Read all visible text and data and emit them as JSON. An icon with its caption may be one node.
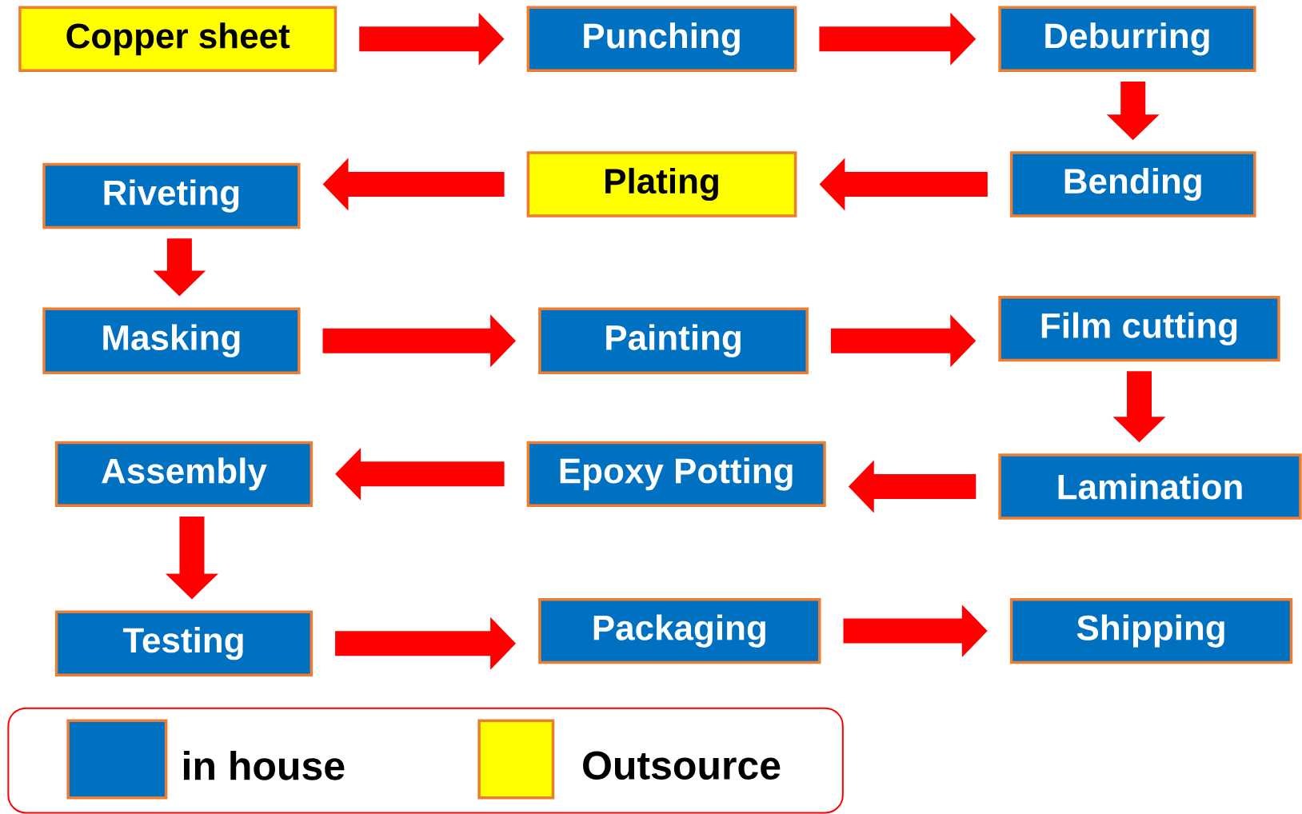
{
  "diagram": {
    "nodes": [
      {
        "text": [
          "Copper sheet"
        ]
      },
      {
        "text": [
          "Punching"
        ]
      },
      {
        "text": [
          "Deburring"
        ]
      },
      {
        "text": [
          "Bending"
        ]
      },
      {
        "text": [
          "Plating"
        ]
      },
      {
        "text": [
          "Riveting"
        ]
      },
      {
        "text": [
          "Masking"
        ]
      },
      {
        "text": [
          "Painting"
        ]
      },
      {
        "text": [
          "Film cutting"
        ]
      },
      {
        "text": [
          "Lamination"
        ]
      },
      {
        "text": [
          "Epoxy Potting"
        ]
      },
      {
        "text": [
          "Assembly"
        ]
      },
      {
        "text": [
          "Testing"
        ]
      },
      {
        "text": [
          "Packaging"
        ]
      },
      {
        "text": [
          "Shipping"
        ]
      }
    ],
    "edges": [
      {
        "from": 0,
        "to": 1,
        "arrow": "to"
      },
      {
        "from": 1,
        "to": 2,
        "arrow": "to"
      },
      {
        "from": 2,
        "to": 3,
        "arrow": "to"
      },
      {
        "from": 3,
        "to": 4,
        "arrow": "to"
      },
      {
        "from": 4,
        "to": 5,
        "arrow": "to"
      },
      {
        "from": 5,
        "to": 6,
        "arrow": "to"
      },
      {
        "from": 6,
        "to": 7,
        "arrow": "to"
      },
      {
        "from": 7,
        "to": 8,
        "arrow": "to"
      },
      {
        "from": 8,
        "to": 9,
        "arrow": "to"
      },
      {
        "from": 9,
        "to": 10,
        "arrow": "to"
      },
      {
        "from": 10,
        "to": 11,
        "arrow": "to"
      },
      {
        "from": 11,
        "to": 12,
        "arrow": "to"
      },
      {
        "from": 12,
        "to": 13,
        "arrow": "to"
      },
      {
        "from": 13,
        "to": 14,
        "arrow": "to"
      }
    ],
    "legend": [
      {
        "text": "in house",
        "color": "#0070c0"
      },
      {
        "text": "Outsource",
        "color": "#ffff00"
      }
    ]
  }
}
